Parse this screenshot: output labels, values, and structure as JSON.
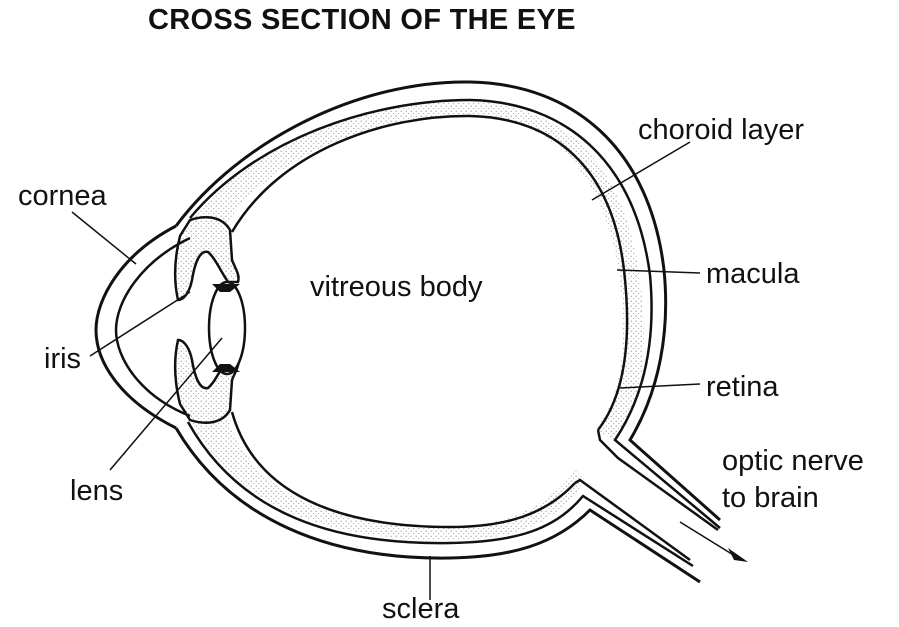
{
  "title": "CROSS SECTION OF THE EYE",
  "labels": {
    "choroid_layer": "choroid layer",
    "cornea": "cornea",
    "vitreous_body": "vitreous body",
    "macula": "macula",
    "iris": "iris",
    "retina": "retina",
    "optic_nerve_line1": "optic nerve",
    "optic_nerve_line2": "to brain",
    "lens": "lens",
    "sclera": "sclera"
  }
}
